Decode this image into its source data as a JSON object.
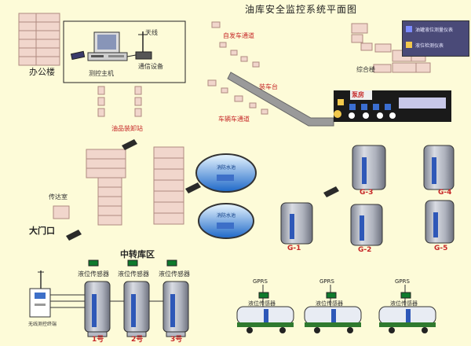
{
  "title": "油库安全监控系统平面图",
  "buildings": {
    "office": "办公楼",
    "control_host": "测控主机",
    "antenna": "天线",
    "comm_device": "通信设备",
    "complex": "综合楼",
    "pump_room": "泵房",
    "loading_platform": "装车台",
    "road_upper": "自发车通道",
    "road_lower": "车辆车通道",
    "loading_station": "油品装卸站",
    "guard": "传达室",
    "gate": "大门口",
    "transfer_area": "中转库区",
    "wireless_receiver": "无线测控终端"
  },
  "legend": {
    "items": [
      {
        "label": "油罐液位测量仪表",
        "color": "#7c8bff"
      },
      {
        "label": "液位检测仪表",
        "color": "#f2c94c"
      }
    ]
  },
  "ponds": [
    {
      "label": "消防水池"
    },
    {
      "label": "消防水池"
    }
  ],
  "tanks_right": [
    {
      "label": "G-3"
    },
    {
      "label": "G-4"
    },
    {
      "label": "G-1"
    },
    {
      "label": "G-2"
    },
    {
      "label": "G-5"
    }
  ],
  "transfer_tanks": [
    {
      "label": "1号",
      "sensor": "液位传感器"
    },
    {
      "label": "2号",
      "sensor": "液位传感器"
    },
    {
      "label": "3号",
      "sensor": "液位传感器"
    }
  ],
  "trucks": [
    {
      "label": "液位传感器",
      "gprs": "GPRS"
    },
    {
      "label": "液位传感器",
      "gprs": "GPRS"
    },
    {
      "label": "液位传感器",
      "gprs": "GPRS"
    }
  ],
  "icons": {
    "computer": "computer-icon",
    "modem": "modem-icon",
    "wifi": "wireless-icon",
    "camera": "camera-icon",
    "level_sensor": "level-sensor-icon",
    "truck": "tanker-truck-icon"
  },
  "colors": {
    "background": "#fdfbd8",
    "building_fill": "#f1d6cc",
    "building_stroke": "#b08a80",
    "tank_body": "#b8bcc8",
    "tank_gauge": "#2e58b8",
    "pump_room": "#1a1a1a",
    "pipe": "#8b8b8b",
    "label_red": "#c62828"
  }
}
